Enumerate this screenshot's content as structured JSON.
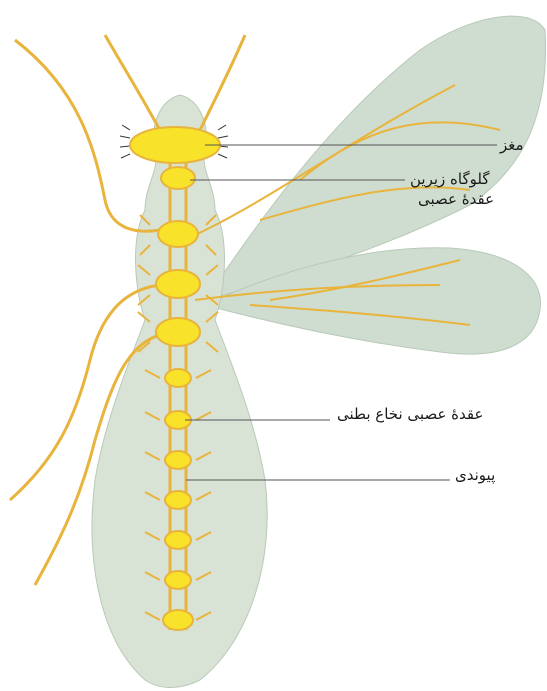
{
  "labels": {
    "brain": "مغز",
    "subesophageal_line1": "گلوگاه زیرین",
    "subesophageal_line2": "عقدهٔ عصبی",
    "ventral_nerve_cord_ganglion": "عقدهٔ عصبی نخاع بطنی",
    "connective": "پیوندی"
  },
  "colors": {
    "body": "#d8e3d6",
    "body_outline": "#b9c9b8",
    "wing": "#cfddd0",
    "nerve": "#e8b43c",
    "ganglion": "#f8e22a",
    "leader_line": "#555555"
  }
}
